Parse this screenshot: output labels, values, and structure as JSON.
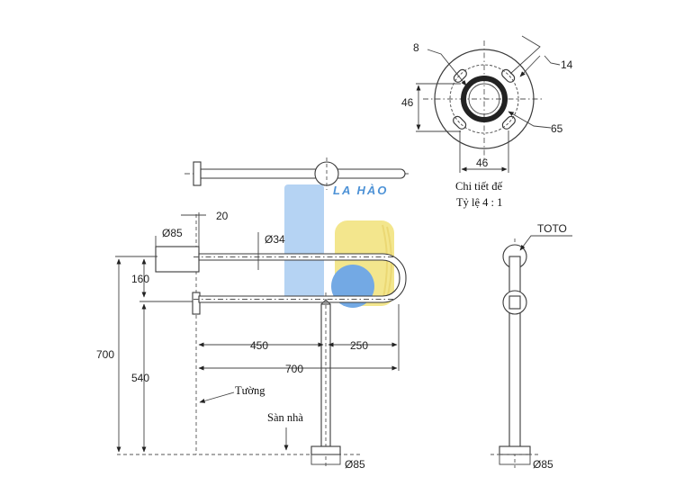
{
  "detail": {
    "dim_8": "8",
    "dim_14": "14",
    "dim_46_left": "46",
    "dim_65": "65",
    "dim_46_bottom": "46",
    "caption_line1": "Chi tiết đế",
    "caption_line2": "Tỷ lệ 4 : 1"
  },
  "front": {
    "dim_20": "20",
    "dia_85_top": "Ø85",
    "dia_34": "Ø34",
    "dim_160": "160",
    "dim_700_height": "700",
    "dim_540": "540",
    "dim_450": "450",
    "dim_250": "250",
    "dim_700_length": "700",
    "label_wall": "Tường",
    "label_floor": "Sàn nhà",
    "dia_85_bottom": "Ø85"
  },
  "side": {
    "brand": "TOTO",
    "dia_85": "Ø85"
  },
  "watermark": {
    "text": "LA HÀO",
    "colors": {
      "blue": "#5b9be0",
      "light_blue": "#a9ccf2",
      "yellow": "#f2e27a"
    }
  }
}
